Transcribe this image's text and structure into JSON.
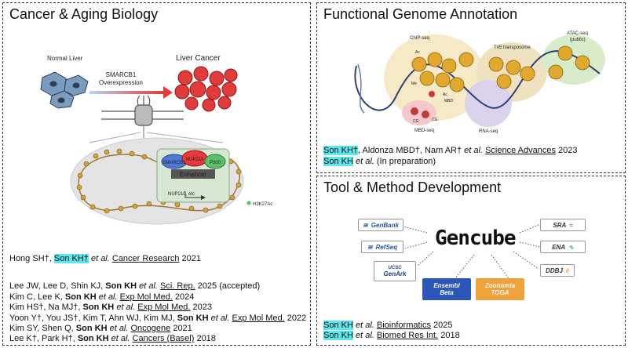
{
  "left": {
    "title": "Cancer & Aging Biology",
    "figure": {
      "normal_liver": "Normal Liver",
      "liver_cancer": "Liver Cancer",
      "smarcb1": "SMARCB1",
      "overexpression": "Overexpression",
      "smarcb1_protein": "SMARCB1",
      "nup210": "NUP210",
      "p300": "P300",
      "enhancer": "Enhancer",
      "nup210_etc": "NUP210, etc",
      "h3k27ac": "H3K27Ac"
    },
    "ref_main": {
      "author1": "Hong SH†, ",
      "son": "Son KH†",
      "etal": " et al.",
      "journal": "Cancer Research",
      "year": " 2021"
    },
    "refs": [
      {
        "pre": "Lee JW, Lee D, Shin KJ, ",
        "son": "Son KH",
        "etal": " et al.",
        "journal": "Sci. Rep.",
        "post": " 2025 (accepted)"
      },
      {
        "pre": "Kim C, Lee K, ",
        "son": "Son KH",
        "etal": " et al.",
        "journal": "Exp Mol Med.",
        "post": " 2024"
      },
      {
        "pre": "Kim HS†, Na MJ†, ",
        "son": "Son KH",
        "etal": " et al.",
        "journal": "Exp Mol Med.",
        "post": " 2023"
      },
      {
        "pre": "Yoon Y†, You JS†, Kim T, Ahn WJ, Kim MJ, ",
        "son": "Son KH",
        "etal": " et al.",
        "journal": "Exp Mol Med.",
        "post": " 2022"
      },
      {
        "pre": "Kim SY, Shen Q, ",
        "son": "Son KH",
        "etal": " et al.",
        "journal": "Oncogene",
        "post": " 2021"
      },
      {
        "pre": "Lee K†, Park H†, ",
        "son": "Son KH",
        "etal": " et al.",
        "journal": "Cancers (Basel)",
        "post": " 2018"
      }
    ]
  },
  "topright": {
    "title": "Functional Genome Annotation",
    "figure": {
      "chip": "ChIP-seq",
      "tn5": "Tn5 transposome",
      "atac": "ATAC-seq",
      "atac_sub": "(public)",
      "mbd": "MBD",
      "mbdseq": "MBD-seq",
      "rnaseq": "RNA-seq",
      "ac1": "Ac",
      "me": "Me",
      "ac2": "Ac",
      "cg1": "CG",
      "cg2": "CG"
    },
    "ref1": {
      "son": "Son KH†",
      "mid": ", Aldonza MBD†, Nam AR† ",
      "etal": "et al.",
      "journal": "Science Advances",
      "post": " 2023"
    },
    "ref2": {
      "son": "Son KH",
      "etal": " et al.",
      "post": " (In preparation)"
    }
  },
  "bottomright": {
    "title": "Tool & Method Development",
    "logos": {
      "gencube": "Gencube",
      "genbank": "GenBank",
      "refseq": "RefSeq",
      "genark_top": "UCSC",
      "genark": "GenArk",
      "ensembl": "Ensembl",
      "ensembl_beta": "Beta",
      "zoonomia": "Zoonomia",
      "toga": "TOGA",
      "sra": "SRA",
      "ena": "ENA",
      "ddbj": "DDBJ"
    },
    "ref1": {
      "son": "Son KH",
      "etal": " et al.",
      "journal": "Bioinformatics",
      "post": " 2025"
    },
    "ref2": {
      "son": "Son KH",
      "etal": " et al.",
      "journal": "Biomed Res Int.",
      "post": " 2018"
    }
  },
  "colors": {
    "highlight": "#5ee6ee",
    "arrow": "#e03a3a",
    "cancer_cell": "#e23b3b",
    "normal_cell": "#7a9cc0",
    "nucleosome": "#d4a23a"
  }
}
